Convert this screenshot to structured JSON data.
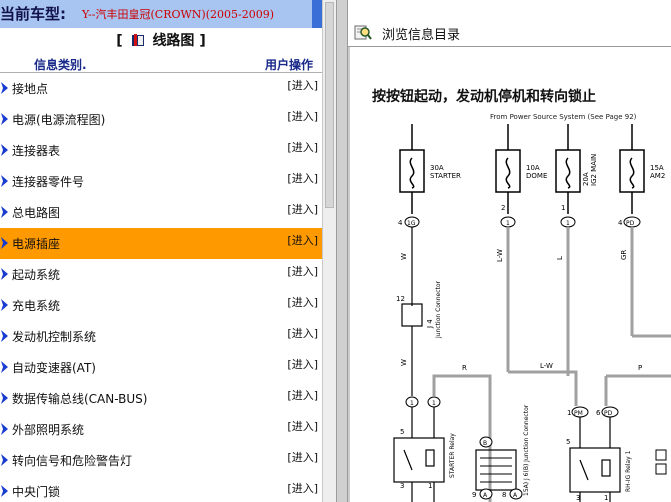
{
  "left_panel": {
    "car_label": "当前车型:",
    "car_value": "Y--汽丰田皇冠(CROWN)(2005-2009)",
    "section": {
      "open": "[",
      "title": "线路图",
      "close": "]"
    },
    "columns": {
      "category": "信息类别.",
      "action": "用户操作"
    },
    "items": [
      {
        "label": "接地点",
        "action": "[进入]"
      },
      {
        "label": "电源(电源流程图)",
        "action": "[进入]"
      },
      {
        "label": "连接器表",
        "action": "[进入]"
      },
      {
        "label": "连接器零件号",
        "action": "[进入]"
      },
      {
        "label": "总电路图",
        "action": "[进入]"
      },
      {
        "label": "电源插座",
        "action": "[进入]"
      },
      {
        "label": "起动系统",
        "action": "[进入]"
      },
      {
        "label": "充电系统",
        "action": "[进入]"
      },
      {
        "label": "发动机控制系统",
        "action": "[进入]"
      },
      {
        "label": "自动变速器(AT)",
        "action": "[进入]"
      },
      {
        "label": "数据传输总线(CAN-BUS)",
        "action": "[进入]"
      },
      {
        "label": "外部照明系统",
        "action": "[进入]"
      },
      {
        "label": "转向信号和危险警告灯",
        "action": "[进入]"
      },
      {
        "label": "中央门锁",
        "action": "[进入]"
      }
    ],
    "selected_index": 5
  },
  "right_panel": {
    "title": "浏览信息目录",
    "diagram_title": "按按钮起动，发动机停机和转向锁止",
    "source_text": "From Power Source System (See Page 92)",
    "fuses": [
      {
        "amp": "30A",
        "name": "STARTER"
      },
      {
        "amp": "10A",
        "name": "DOME"
      },
      {
        "amp": "20A",
        "name": "IG2 MAIN"
      },
      {
        "amp": "15A",
        "name": "AM2"
      }
    ],
    "connectors": {
      "c1": "4",
      "c1_tag": "1G",
      "c2": "2",
      "c2_tag": "1",
      "c3": "1",
      "c3_tag": "1",
      "c4": "4",
      "c4_tag": "PD",
      "c5": "12",
      "c6": "J 4",
      "c6_sub": "Junction Connector",
      "c7": "1",
      "c8": "1",
      "c9": "1",
      "c9_tag": "PM",
      "c10": "6",
      "c10_tag": "PD",
      "r1_num": "5",
      "r1_tag": "B",
      "r1_name": "STARTER Relay",
      "r2_name": "15A) J 6(B) Junction Connector",
      "r3_num": "5",
      "r3_name": "RH-IG Relay 1",
      "bottom1": "3",
      "bottom2": "1",
      "bottom3": "9",
      "bottom3_tag": "A",
      "bottom4": "8",
      "bottom4_tag": "A",
      "bottom5": "3",
      "bottom6": "1"
    },
    "wires": {
      "w1": "W",
      "w2": "L-W",
      "w3": "L",
      "w4": "GR",
      "w5": "W",
      "w6": "R",
      "w7": "L-W",
      "w8": "P"
    }
  },
  "colors": {
    "header_bg": "#a8c4f0",
    "selected_bg": "#ff9900",
    "car_value": "#cc0000",
    "column_head": "#1a2a8a",
    "arrow": "#1a3bd0"
  }
}
